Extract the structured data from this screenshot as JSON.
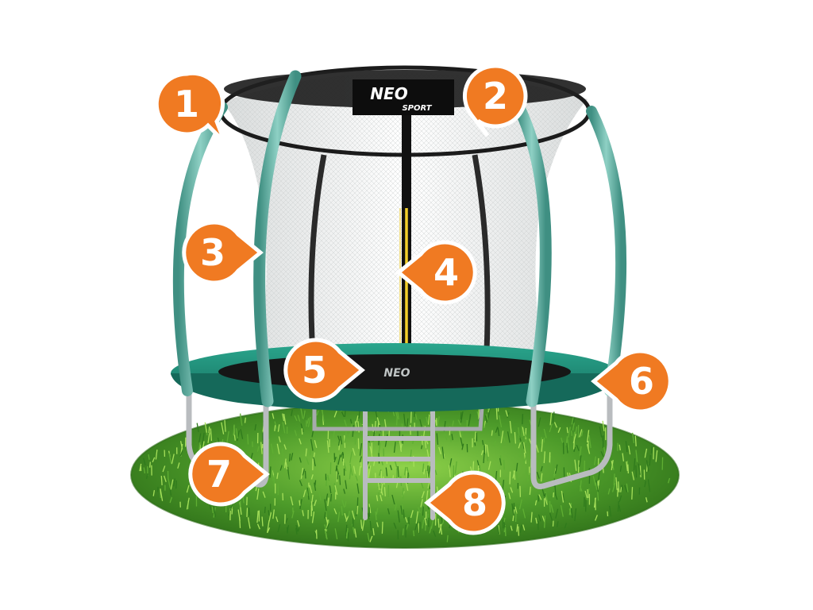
{
  "brand": {
    "logo_main": "NEO",
    "logo_sub": "SPORT"
  },
  "markers": [
    {
      "number": "1",
      "pointer": "down-right"
    },
    {
      "number": "2",
      "pointer": "down-left"
    },
    {
      "number": "3",
      "pointer": "right"
    },
    {
      "number": "4",
      "pointer": "left"
    },
    {
      "number": "5",
      "pointer": "right"
    },
    {
      "number": "6",
      "pointer": "left"
    },
    {
      "number": "7",
      "pointer": "right"
    },
    {
      "number": "8",
      "pointer": "left"
    }
  ],
  "colors": {
    "marker_fill": "#f07a22",
    "marker_border": "#ffffff",
    "pad_color": "#1f8f7a",
    "pole_color": "#5fb0a2",
    "net_color": "#1a1a1a",
    "frame_color": "#b9bcbf",
    "grass_color": "#3f8a22",
    "background": "#ffffff"
  }
}
